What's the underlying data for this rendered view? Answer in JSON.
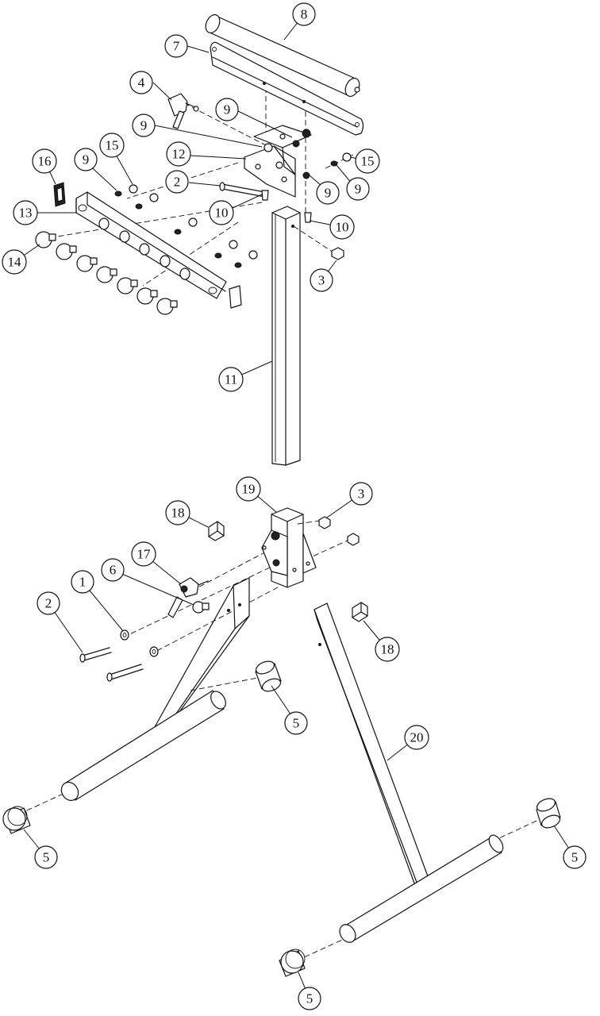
{
  "diagram": {
    "callouts": [
      {
        "id": "c8",
        "label": "8"
      },
      {
        "id": "c7",
        "label": "7"
      },
      {
        "id": "c4",
        "label": "4"
      },
      {
        "id": "c9a",
        "label": "9"
      },
      {
        "id": "c9b",
        "label": "9"
      },
      {
        "id": "c12",
        "label": "12"
      },
      {
        "id": "c16",
        "label": "16"
      },
      {
        "id": "c9c",
        "label": "9"
      },
      {
        "id": "c15a",
        "label": "15"
      },
      {
        "id": "c15b",
        "label": "15"
      },
      {
        "id": "c2a",
        "label": "2"
      },
      {
        "id": "c9d",
        "label": "9"
      },
      {
        "id": "c9e",
        "label": "9"
      },
      {
        "id": "c13",
        "label": "13"
      },
      {
        "id": "c10a",
        "label": "10"
      },
      {
        "id": "c10b",
        "label": "10"
      },
      {
        "id": "c14",
        "label": "14"
      },
      {
        "id": "c3a",
        "label": "3"
      },
      {
        "id": "c11",
        "label": "11"
      },
      {
        "id": "c19",
        "label": "19"
      },
      {
        "id": "c3b",
        "label": "3"
      },
      {
        "id": "c18a",
        "label": "18"
      },
      {
        "id": "c17",
        "label": "17"
      },
      {
        "id": "c1",
        "label": "1"
      },
      {
        "id": "c6",
        "label": "6"
      },
      {
        "id": "c2b",
        "label": "2"
      },
      {
        "id": "c18b",
        "label": "18"
      },
      {
        "id": "c5a",
        "label": "5"
      },
      {
        "id": "c20",
        "label": "20"
      },
      {
        "id": "c5b",
        "label": "5"
      },
      {
        "id": "c5c",
        "label": "5"
      },
      {
        "id": "c5d",
        "label": "5"
      }
    ]
  }
}
